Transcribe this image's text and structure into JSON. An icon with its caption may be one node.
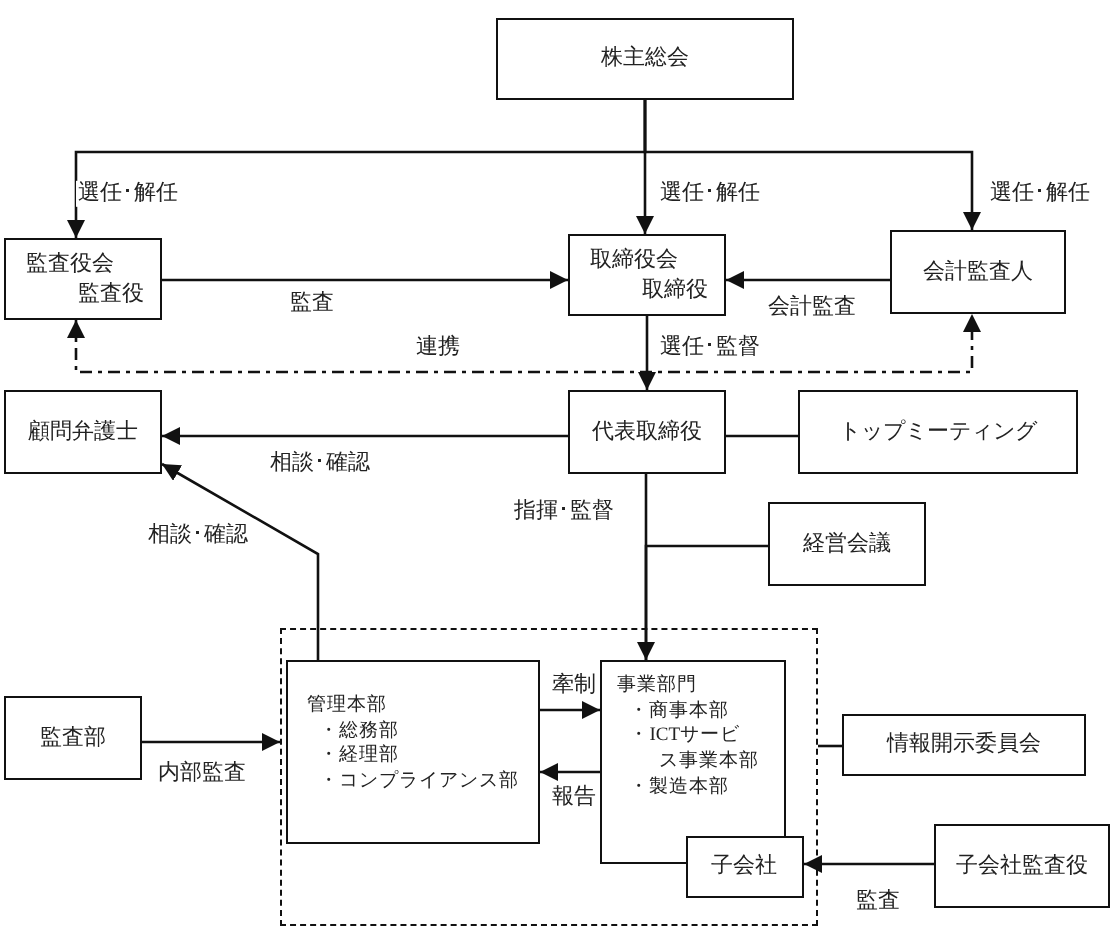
{
  "diagram": {
    "nodes": [
      {
        "text": [
          "株主総会"
        ]
      },
      {
        "text": [
          "監査役会",
          "監査役"
        ]
      },
      {
        "text": [
          "取締役会",
          "取締役"
        ]
      },
      {
        "text": [
          "会計監査人"
        ]
      },
      {
        "text": [
          "顧問弁護士"
        ]
      },
      {
        "text": [
          "代表取締役"
        ]
      },
      {
        "text": [
          "トップミーティング"
        ]
      },
      {
        "text": [
          "経営会議"
        ]
      },
      {
        "text": [],
        "shape": "box"
      },
      {
        "text": [
          "管理本部",
          "・総務部",
          "・経理部",
          "・コンプライアンス部"
        ],
        "in": 8
      },
      {
        "text": [
          "事業部門",
          "・商事本部",
          "・ICTサービス事業本部",
          "・製造本部"
        ],
        "in": 8
      },
      {
        "text": [
          "子会社"
        ],
        "in": 8
      },
      {
        "text": [
          "監査部"
        ]
      },
      {
        "text": [
          "情報開示委員会"
        ]
      },
      {
        "text": [
          "子会社監査役"
        ]
      }
    ],
    "edges": [
      {
        "from": 0,
        "to": 1,
        "arrow": "to",
        "label": "選任･解任"
      },
      {
        "from": 0,
        "to": 2,
        "arrow": "to",
        "label": "選任･解任"
      },
      {
        "from": 0,
        "to": 3,
        "arrow": "to",
        "label": "選任･解任"
      },
      {
        "from": 1,
        "to": 2,
        "arrow": "to",
        "label": "監査"
      },
      {
        "from": 3,
        "to": 2,
        "arrow": "to",
        "label": "会計監査"
      },
      {
        "from": 1,
        "to": 3,
        "arrow": "both",
        "label": "連携",
        "style": "dashed"
      },
      {
        "from": 2,
        "to": 5,
        "arrow": "to",
        "label": "選任･監督"
      },
      {
        "from": 5,
        "to": 4,
        "arrow": "to",
        "label": "相談･確認"
      },
      {
        "from": 9,
        "to": 4,
        "arrow": "to",
        "label": "相談･確認"
      },
      {
        "from": 5,
        "to": 10,
        "arrow": "to",
        "label": "指揮･監督"
      },
      {
        "from": 7,
        "to": 10,
        "arrow": "none"
      },
      {
        "from": 9,
        "to": 10,
        "arrow": "to",
        "label": "牽制"
      },
      {
        "from": 10,
        "to": 9,
        "arrow": "to",
        "label": "報告"
      },
      {
        "from": 12,
        "to": 8,
        "arrow": "to",
        "label": "内部監査"
      },
      {
        "from": 13,
        "to": 8,
        "arrow": "none"
      },
      {
        "from": 14,
        "to": 11,
        "arrow": "to",
        "label": "監査"
      },
      {
        "from": 6,
        "to": 5,
        "arrow": "none"
      }
    ]
  }
}
